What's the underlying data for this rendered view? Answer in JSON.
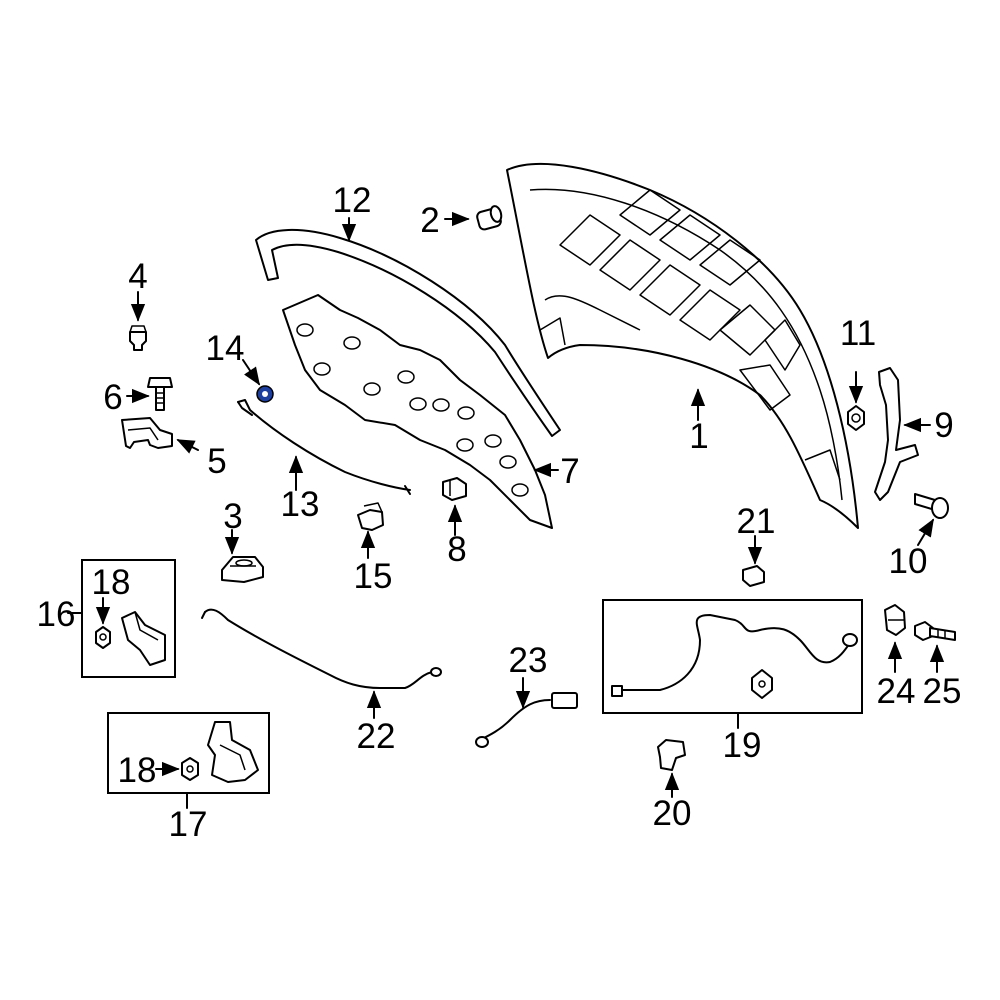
{
  "colors": {
    "line": "#000000",
    "background": "#ffffff",
    "highlight": "#1f3f9f"
  },
  "callouts": {
    "c1": "1",
    "c2": "2",
    "c3": "3",
    "c4": "4",
    "c5": "5",
    "c6": "6",
    "c7": "7",
    "c8": "8",
    "c9": "9",
    "c10": "10",
    "c11": "11",
    "c12": "12",
    "c13": "13",
    "c14": "14",
    "c15": "15",
    "c16": "16",
    "c17": "17",
    "c18a": "18",
    "c18b": "18",
    "c19": "19",
    "c20": "20",
    "c21": "21",
    "c22": "22",
    "c23": "23",
    "c24": "24",
    "c25": "25"
  }
}
